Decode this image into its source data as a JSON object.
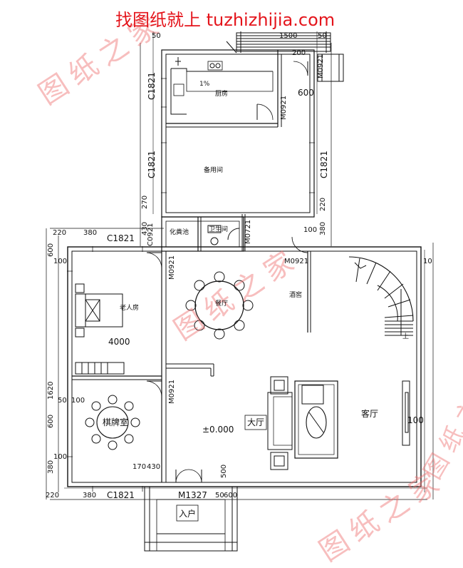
{
  "banner": "找图纸就上 tuzhizhijia.com",
  "watermarks": [
    "图纸之家",
    "图纸之家",
    "图纸之家",
    "图纸之家"
  ],
  "rooms": {
    "kitchen": "厨房",
    "storage": "备用间",
    "septic": "化粪池",
    "bathroom": "卫生间",
    "elder_bedroom": "老人房",
    "dining": "餐厅",
    "wine_cabinet": "酒窖",
    "chess_room": "棋牌室",
    "hall": "大厅",
    "living_room": "客厅",
    "entrance": "入户"
  },
  "labels": {
    "slope": "1%",
    "elevation": "±0.000",
    "bedroom_size": "4000",
    "up": "上"
  },
  "windows": {
    "c1821_kitchen": "C1821",
    "c1821_storage_left": "C1821",
    "c1821_storage_right": "C1821",
    "c1821_top_left": "C1821",
    "c1821_bottom": "C1821",
    "c0921": "C0921"
  },
  "doors": {
    "m0921_kitchen_top": "M0921",
    "m0921_kitchen": "M0921",
    "m0721": "M0721",
    "m0921_corridor": "M0921",
    "m0921_bedroom": "M0921",
    "m0921_chess": "M0921",
    "m1327": "M1327"
  },
  "dims": {
    "d50_top_left": "50",
    "d1500": "1500",
    "d50_top_right": "50",
    "d200": "200",
    "d600": "600",
    "d270": "270",
    "d220_right": "220",
    "d100_right_a": "100",
    "d380_right": "380",
    "d430": "430",
    "d220_top": "220",
    "d380_top": "380",
    "d600_left": "600",
    "d100_left_a": "100",
    "d10": "10",
    "d1620": "1620",
    "d50_left": "50",
    "d100_left_b": "100",
    "d600_left_b": "600",
    "d100_left_c": "100",
    "d380_left": "380",
    "d170": "170",
    "d430_b": "430",
    "d500": "500",
    "d220_bottom": "220",
    "d380_bottom": "380",
    "d50_bottom": "50",
    "d600_bottom": "600",
    "d100_living": "100"
  }
}
